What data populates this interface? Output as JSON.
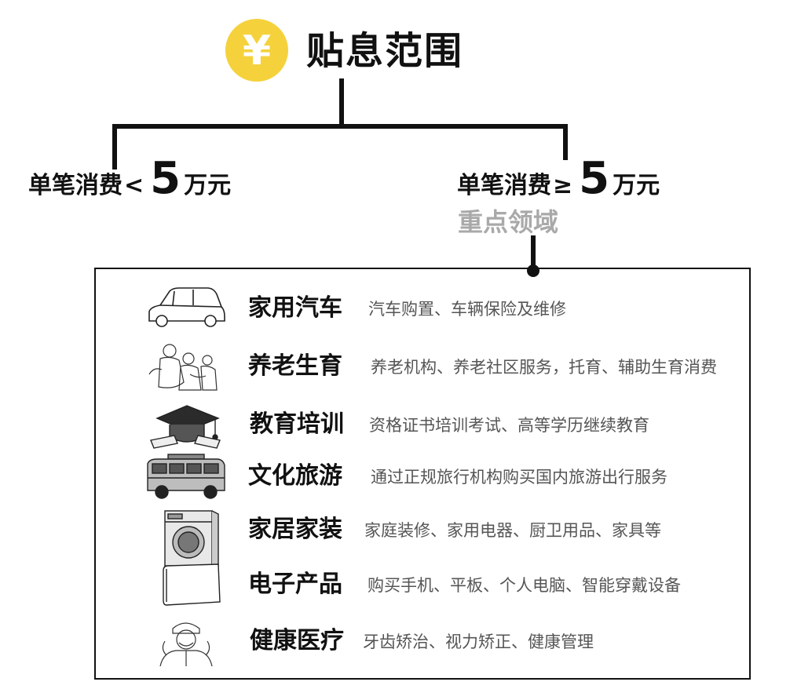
{
  "header": {
    "title": "贴息范围",
    "icon_symbol": "¥",
    "icon_color": "#f5d23c"
  },
  "branches": {
    "left": {
      "prefix": "单笔消费",
      "op": "<",
      "amount": "5",
      "unit": "万元"
    },
    "right": {
      "prefix": "单笔消费",
      "op": "≥",
      "amount": "5",
      "unit": "万元",
      "key_label": "重点领域"
    }
  },
  "categories": [
    {
      "icon": "car-icon",
      "name": "家用汽车",
      "desc": "汽车购置、车辆保险及维修"
    },
    {
      "icon": "family-icon",
      "name": "养老生育",
      "desc": "养老机构、养老社区服务，托育、辅助生育消费"
    },
    {
      "icon": "graduation-cap-icon",
      "name": "教育培训",
      "desc": "资格证书培训考试、高等学历继续教育"
    },
    {
      "icon": "camper-van-icon",
      "name": "文化旅游",
      "desc": "通过正规旅行机构购买国内旅游出行服务"
    },
    {
      "icon": "washing-machine-icon",
      "name": "家居家装",
      "desc": "家庭装修、家用电器、厨卫用品、家具等"
    },
    {
      "icon": "tablet-icon",
      "name": "电子产品",
      "desc": "购买手机、平板、个人电脑、智能穿戴设备"
    },
    {
      "icon": "doctor-icon",
      "name": "健康医疗",
      "desc": "牙齿矫治、视力矫正、健康管理"
    }
  ]
}
